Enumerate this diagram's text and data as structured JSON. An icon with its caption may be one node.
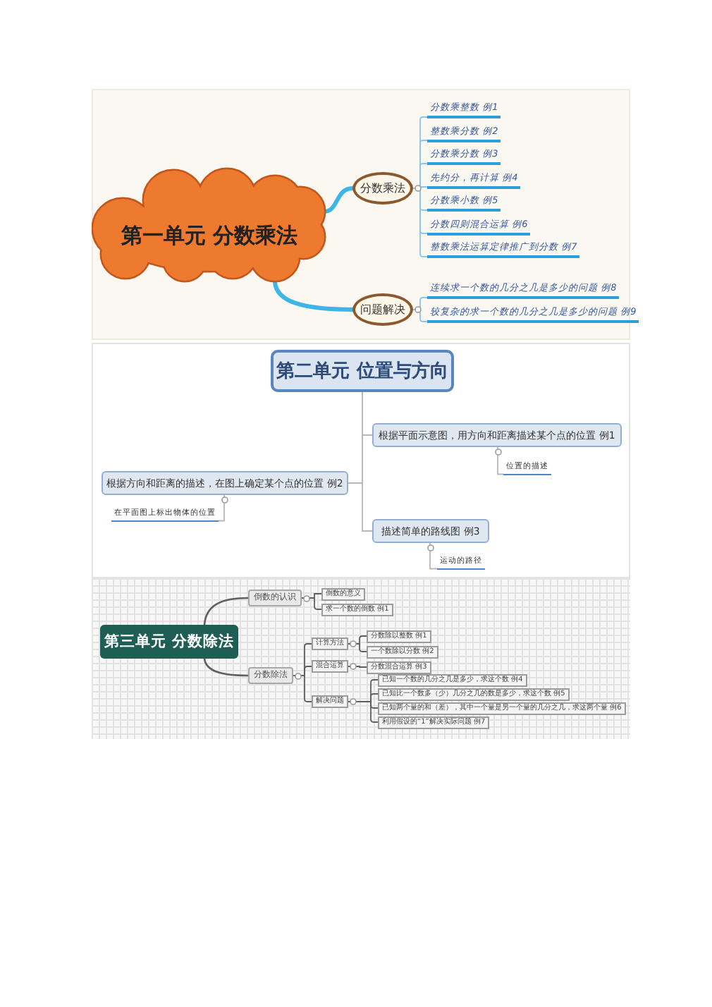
{
  "diagram": {
    "nodes": [
      {
        "text": [
          "第一单元 分数乘法"
        ]
      },
      {
        "text": [
          "分数乘法"
        ]
      },
      {
        "text": [
          "分数乘整数 例1"
        ]
      },
      {
        "text": [
          "整数乘分数 例2"
        ]
      },
      {
        "text": [
          "分数乘分数 例3"
        ]
      },
      {
        "text": [
          "先约分，再计算 例4"
        ]
      },
      {
        "text": [
          "分数乘小数 例5"
        ]
      },
      {
        "text": [
          "分数四则混合运算 例6"
        ]
      },
      {
        "text": [
          "整数乘法运算定律推广到分数 例7"
        ]
      },
      {
        "text": [
          "问题解决"
        ]
      },
      {
        "text": [
          "连续求一个数的几分之几是多少的问题 例8"
        ]
      },
      {
        "text": [
          "较复杂的求一个数的几分之几是多少的问题 例9"
        ]
      },
      {
        "text": [
          "第二单元 位置与方向"
        ]
      },
      {
        "text": [
          "根据平面示意图，用方向和距离描述某个点的位置 例1"
        ]
      },
      {
        "text": [
          "位置的描述"
        ]
      },
      {
        "text": [
          "根据方向和距离的描述，在图上确定某个点的位置 例2"
        ]
      },
      {
        "text": [
          "在平面图上标出物体的位置"
        ]
      },
      {
        "text": [
          "描述简单的路线图 例3"
        ]
      },
      {
        "text": [
          "运动的路径"
        ]
      },
      {
        "text": [
          "第三单元 分数除法"
        ]
      },
      {
        "text": [
          "倒数的认识"
        ]
      },
      {
        "text": [
          "倒数的意义"
        ]
      },
      {
        "text": [
          "求一个数的倒数 例1"
        ]
      },
      {
        "text": [
          "分数除法"
        ]
      },
      {
        "text": [
          "计算方法"
        ]
      },
      {
        "text": [
          "分数除以整数 例1"
        ]
      },
      {
        "text": [
          "一个数除以分数 例2"
        ]
      },
      {
        "text": [
          "混合运算"
        ]
      },
      {
        "text": [
          "分数混合运算 例3"
        ]
      },
      {
        "text": [
          "解决问题"
        ]
      },
      {
        "text": [
          "已知一个数的几分之几是多少，求这个数 例4"
        ]
      },
      {
        "text": [
          "已知比一个数多（少）几分之几的数是多少，求这个数 例5"
        ]
      },
      {
        "text": [
          "已知两个量的和（差），其中一个量是另一个量的几分之几，求这两个量 例6"
        ]
      },
      {
        "text": [
          "利用假设的“1”解决实际问题 例7"
        ]
      }
    ],
    "edges": [
      {
        "from": 0,
        "to": 1,
        "arrow": "none",
        "style": "thick",
        "color": "#3db5e6"
      },
      {
        "from": 0,
        "to": 9,
        "arrow": "none",
        "style": "thick",
        "color": "#3db5e6"
      },
      {
        "from": 1,
        "to": 2,
        "arrow": "none",
        "color": "#8cc6ec"
      },
      {
        "from": 1,
        "to": 3,
        "arrow": "none",
        "color": "#8cc6ec"
      },
      {
        "from": 1,
        "to": 4,
        "arrow": "none",
        "color": "#8cc6ec"
      },
      {
        "from": 1,
        "to": 5,
        "arrow": "none",
        "color": "#8cc6ec"
      },
      {
        "from": 1,
        "to": 6,
        "arrow": "none",
        "color": "#8cc6ec"
      },
      {
        "from": 1,
        "to": 7,
        "arrow": "none",
        "color": "#8cc6ec"
      },
      {
        "from": 1,
        "to": 8,
        "arrow": "none",
        "color": "#8cc6ec"
      },
      {
        "from": 9,
        "to": 10,
        "arrow": "none",
        "color": "#8cc6ec"
      },
      {
        "from": 9,
        "to": 11,
        "arrow": "none",
        "color": "#8cc6ec"
      },
      {
        "from": 12,
        "to": 13,
        "arrow": "none",
        "color": "#b8b8b8"
      },
      {
        "from": 12,
        "to": 15,
        "arrow": "none",
        "color": "#b8b8b8"
      },
      {
        "from": 12,
        "to": 17,
        "arrow": "none",
        "color": "#b8b8b8"
      },
      {
        "from": 13,
        "to": 14,
        "arrow": "none",
        "color": "#b8b8b8"
      },
      {
        "from": 15,
        "to": 16,
        "arrow": "none",
        "color": "#b8b8b8"
      },
      {
        "from": 17,
        "to": 18,
        "arrow": "none",
        "color": "#b8b8b8"
      },
      {
        "from": 19,
        "to": 20,
        "arrow": "none"
      },
      {
        "from": 19,
        "to": 23,
        "arrow": "none"
      },
      {
        "from": 20,
        "to": 21,
        "arrow": "none"
      },
      {
        "from": 20,
        "to": 22,
        "arrow": "none"
      },
      {
        "from": 23,
        "to": 24,
        "arrow": "none"
      },
      {
        "from": 23,
        "to": 27,
        "arrow": "none"
      },
      {
        "from": 23,
        "to": 29,
        "arrow": "none"
      },
      {
        "from": 24,
        "to": 25,
        "arrow": "none"
      },
      {
        "from": 24,
        "to": 26,
        "arrow": "none"
      },
      {
        "from": 27,
        "to": 28,
        "arrow": "none"
      },
      {
        "from": 29,
        "to": 30,
        "arrow": "none"
      },
      {
        "from": 29,
        "to": 31,
        "arrow": "none"
      },
      {
        "from": 29,
        "to": 32,
        "arrow": "none"
      },
      {
        "from": 29,
        "to": 33,
        "arrow": "none"
      }
    ]
  }
}
